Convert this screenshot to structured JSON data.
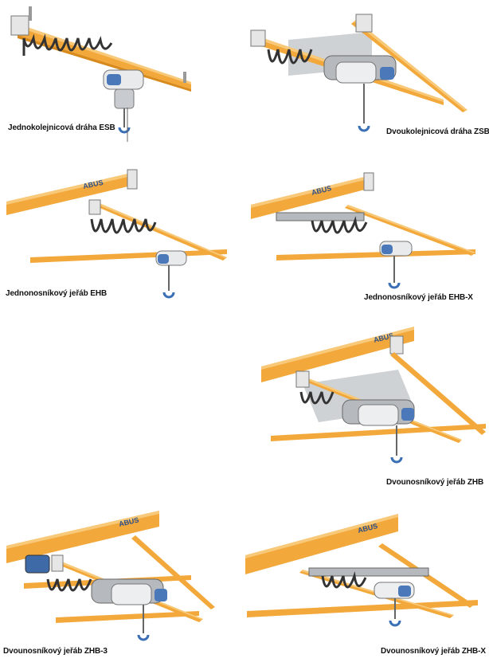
{
  "brand": "ABUS",
  "colors": {
    "beam": "#f2a83a",
    "beam_shadow": "#d88a1c",
    "beam_highlight": "#f9c97a",
    "hoist_blue": "#4a78b8",
    "steel": "#9aa0a6",
    "cable": "#333333",
    "hook_blue": "#3a6fb5"
  },
  "captions": {
    "esb": "Jednokolejnicová dráha ESB",
    "zsb": "Dvoukolejnicová dráha ZSB",
    "ehb": "Jednonosníkový jeřáb EHB",
    "ehbx": "Jednonosníkový jeřáb EHB-X",
    "zhb": "Dvounosníkový jeřáb ZHB",
    "zhb3": "Dvounosníkový jeřáb ZHB-3",
    "zhbx": "Dvounosníkový jeřáb ZHB-X"
  }
}
